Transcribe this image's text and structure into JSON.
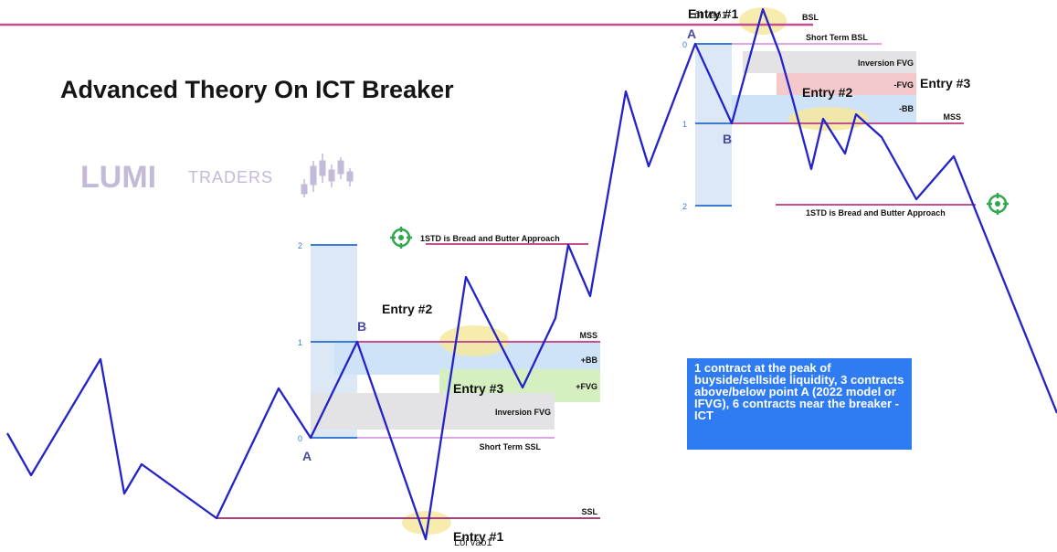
{
  "header": {
    "title": "Advanced Theory On ICT Breaker"
  },
  "brand": {
    "word1": "LUMI",
    "word2": "TRADERS",
    "icon": "candlestick-icon"
  },
  "left_setup": {
    "levels": {
      "mss": "MSS",
      "plus_bb": "+BB",
      "plus_fvg": "+FVG",
      "inversion_fvg": "Inversion FVG",
      "short_term_ssl": "Short Term SSL",
      "ssl": "SSL",
      "std_target": "1STD is Bread and Butter Approach"
    },
    "fib": {
      "top": "2",
      "mid": "1",
      "low": "0"
    },
    "points": {
      "a": "A",
      "b": "B"
    },
    "entries": {
      "entry1": "Entry #1",
      "entry2": "Entry #2",
      "entry3": "Entry #3"
    },
    "overlay_text": "Lối vào1"
  },
  "right_setup": {
    "levels": {
      "bsl": "BSL",
      "short_term_bsl": "Short Term BSL",
      "inversion_fvg": "Inversion FVG",
      "minus_fvg": "-FVG",
      "minus_bb": "-BB",
      "mss": "MSS",
      "std_target": "1STD is Bread and Butter Approach"
    },
    "fib": {
      "top": "0",
      "mid": "1",
      "low": "2"
    },
    "points": {
      "a": "A",
      "b": "B"
    },
    "entries": {
      "entry1": "Entry #1",
      "entry2": "Entry #2",
      "entry3": "Entry #3"
    },
    "overlay_text": "Lối vào1"
  },
  "note": {
    "text": "1 contract at the peak of buyside/sellside liquidity, 3 contracts above/below point A (2022 model or IFVG), 6 contracts near the breaker - ICT"
  },
  "colors": {
    "price_line": "#2323c8",
    "level_line": "#c4508f",
    "bb_zone": "#cfe3f8",
    "fvg_bull": "#d5efc0",
    "fvg_bear": "#f3c9cc",
    "inversion_zone": "#e3e3e5",
    "highlight": "#f6e8a0",
    "target_icon": "#2fa84f",
    "note_bg": "#2f7bf2"
  }
}
